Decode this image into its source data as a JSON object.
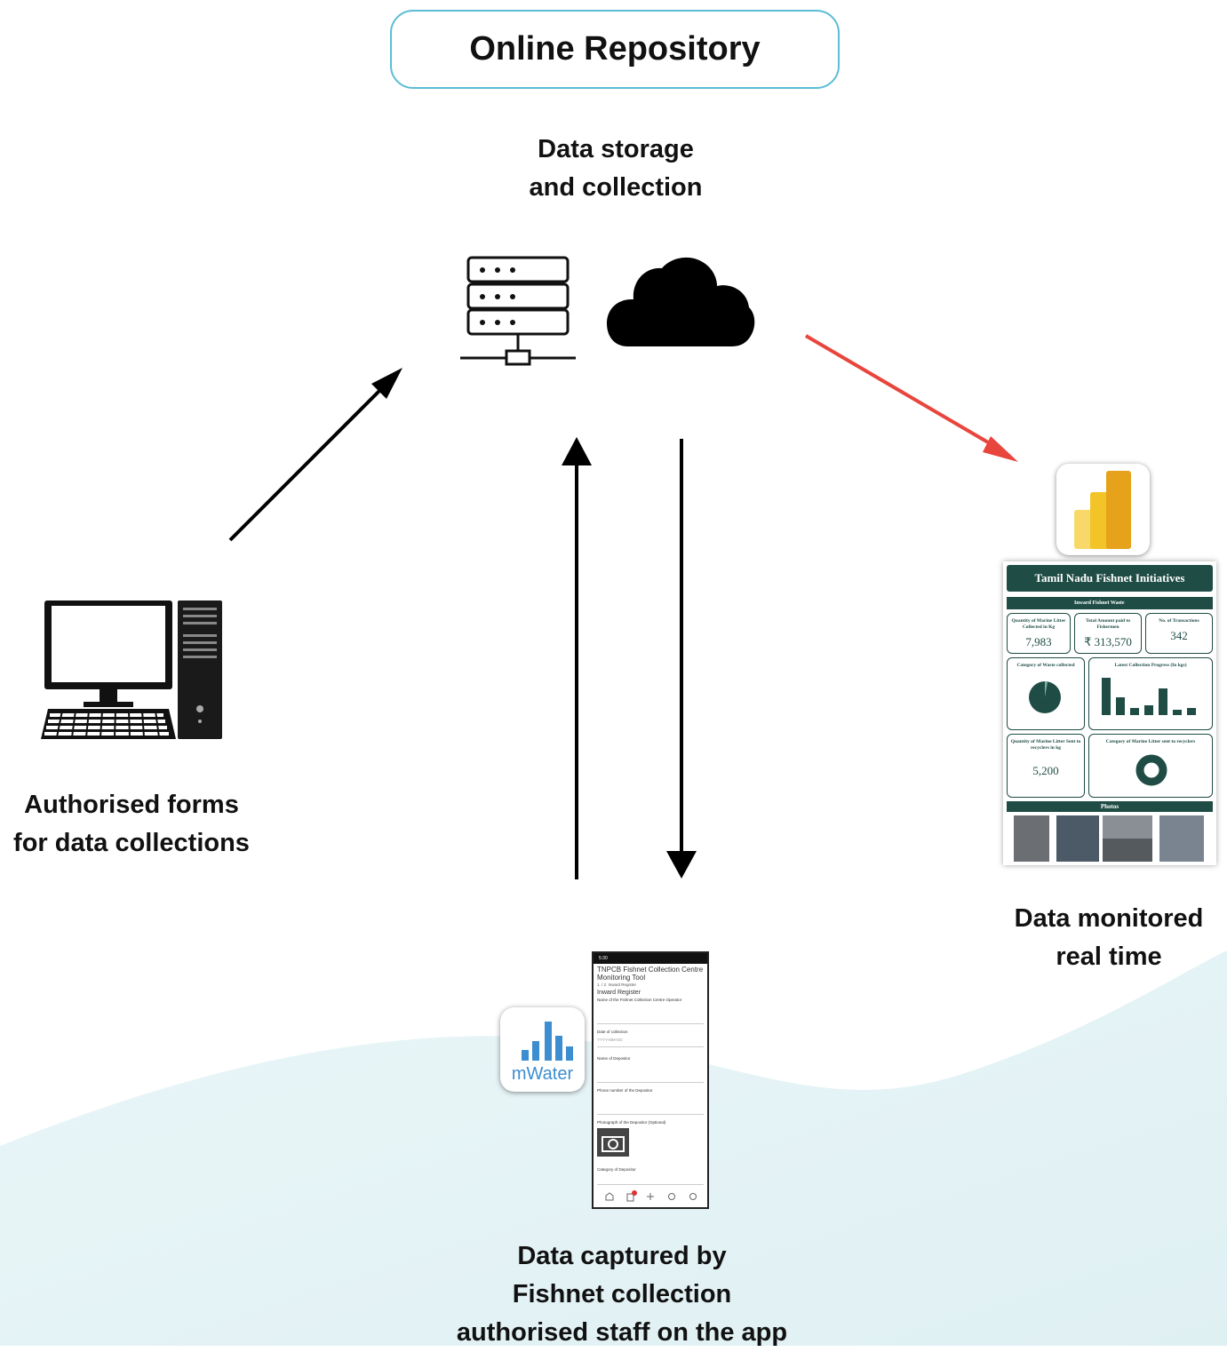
{
  "title": "Online Repository",
  "storage_label": [
    "Data storage",
    "and collection"
  ],
  "forms_label": [
    "Authorised forms",
    "for data collections"
  ],
  "monitor_label": [
    "Data monitored",
    "real time"
  ],
  "captured_label": [
    "Data captured by",
    "Fishnet collection",
    "authorised staff on the app"
  ],
  "colors": {
    "box_border": "#5bbdd6",
    "red_arrow": "#e8453c",
    "dashboard_green": "#1f4d45"
  },
  "icons": [
    "server-icon",
    "cloud-icon",
    "desktop-computer-icon",
    "powerbi-logo",
    "mwater-logo"
  ],
  "dashboard": {
    "title": "Tamil Nadu Fishnet Initiatives",
    "subtitle": "Inward Fishnet Waste",
    "cards": [
      {
        "title": "Quantity of Marine Litter Collected in Kg",
        "value": "7,983"
      },
      {
        "title": "Total Amount paid to Fishermen",
        "value": "₹ 313,570"
      },
      {
        "title": "No. of Transactions",
        "value": "342"
      }
    ],
    "category_title": "Category of Waste collected",
    "progress_title": "Latest Collection Progress (In kgs)",
    "sent_title": "Quantity of Marine Litter Sent to recyclers in kg",
    "sent_value": "5,200",
    "recycler_title": "Category of Marine Litter sent to recyclers",
    "photos_label": "Photos"
  },
  "mwater_logo_text": "mWater",
  "phone": {
    "status_time": "5:30",
    "app_title": "TNPCB Fishnet Collection Centre Monitoring Tool",
    "breadcrumb": "1. / 2. Inward Register",
    "section": "Inward Register",
    "fields": [
      "Name of the Fishnet Collection Centre Operator",
      "Date of collection",
      "Name of Depositor",
      "Phone number of the Depositor",
      "Photograph of the Depositor (Optional)",
      "Category of Depositor"
    ],
    "date_placeholder": "YYYY-MM-DD"
  }
}
